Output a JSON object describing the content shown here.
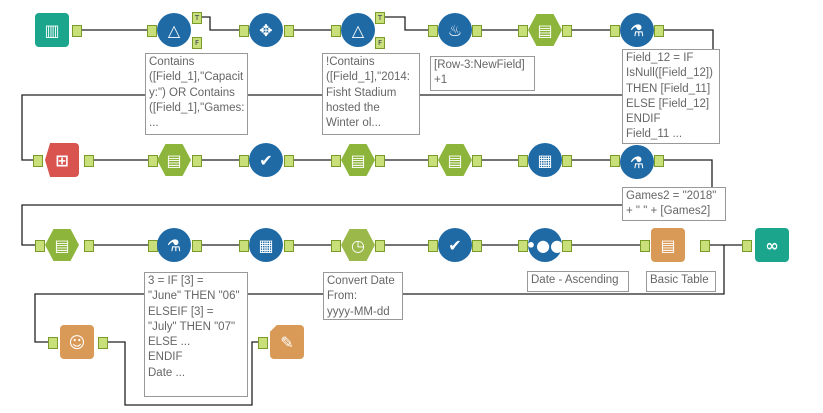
{
  "colors": {
    "filter": "#1f6aa5",
    "select": "#8db53c",
    "input": "#1aa58c",
    "report": "#d99a57",
    "red": "#d9534f"
  },
  "tools": [
    {
      "id": "input",
      "icon": "book-icon"
    },
    {
      "id": "filter1",
      "icon": "filter-prism-icon"
    },
    {
      "id": "append",
      "icon": "arrows-cross-icon"
    },
    {
      "id": "filter2",
      "icon": "filter-prism-icon"
    },
    {
      "id": "multirow",
      "icon": "multi-row-formula-icon"
    },
    {
      "id": "select1",
      "icon": "select-icon"
    },
    {
      "id": "formula1",
      "icon": "flask-icon"
    }
  ],
  "anchors": {
    "true": "T",
    "false": "F"
  },
  "annotations": {
    "filter1": "Contains\n([Field_1],\"Capacit\ny:\") OR Contains\n([Field_1],\"Games:\n...",
    "filter2": "!Contains\n([Field_1],\"2014:\nFisht Stadium\nhosted the\nWinter ol...",
    "multirow": "[Row-3:NewField]\n+1",
    "formula1": "Field_12 = IF\nIsNull([Field_12])\nTHEN [Field_11]\nELSE [Field_12]\nENDIF\nField_11 ...",
    "formula2": "Games2 = \"2018\"\n+ \" \" + [Games2]",
    "formula3": "3 = IF [3] =\n\"June\" THEN \"06\"\nELSEIF [3] =\n\"July\" THEN \"07\"\nELSE ...\nENDIF\nDate ...",
    "datetime": "Convert Date\nFrom:\nyyyy-MM-dd",
    "sort": "Date - Ascending",
    "table": "Basic Table"
  }
}
